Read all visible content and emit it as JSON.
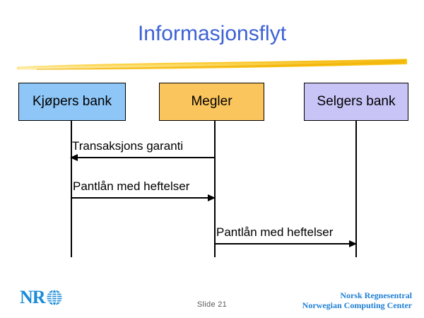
{
  "slide": {
    "title": "Informasjonsflyt",
    "title_color": "#3d62d4",
    "background": "#ffffff",
    "accent_brush_color": "#f5c518",
    "slide_number": "Slide 21"
  },
  "diagram": {
    "type": "sequence-diagram",
    "nodes": [
      {
        "id": "buyer",
        "label": "Kjøpers bank",
        "fill": "#8ec6f7",
        "border": "#000000"
      },
      {
        "id": "broker",
        "label": "Megler",
        "fill": "#fbc55e",
        "border": "#000000"
      },
      {
        "id": "seller",
        "label": "Selgers bank",
        "fill": "#c8c4f6",
        "border": "#000000"
      }
    ],
    "messages": [
      {
        "label": "Transaksjons garanti",
        "from": "broker",
        "to": "buyer",
        "direction": "left"
      },
      {
        "label": "Pantlån med heftelser",
        "from": "buyer",
        "to": "broker",
        "direction": "right"
      },
      {
        "label": "Pantlån med heftelser",
        "from": "broker",
        "to": "seller",
        "direction": "right"
      }
    ]
  },
  "footer": {
    "logo_text": "NR",
    "logo_color": "#1b8bd8",
    "org_line1": "Norsk Regnesentral",
    "org_line2": "Norwegian Computing Center",
    "org_color": "#1f7fd4"
  }
}
